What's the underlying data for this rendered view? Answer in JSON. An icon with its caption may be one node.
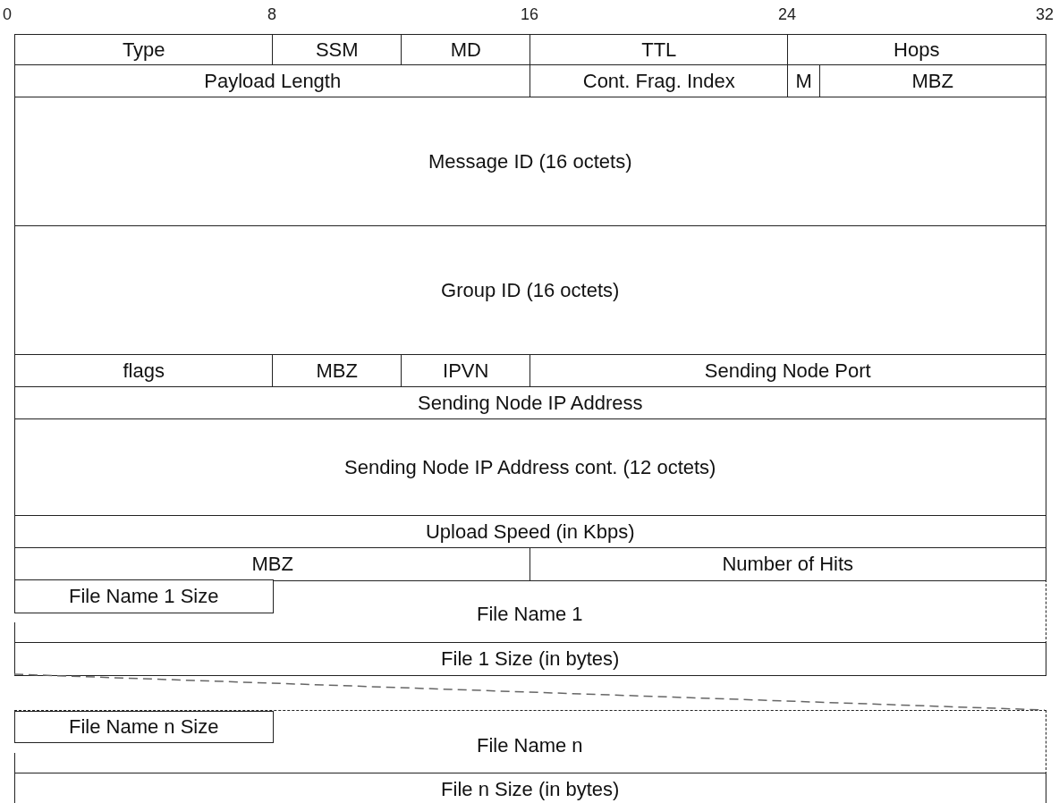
{
  "diagram": {
    "nodes": [
      {
        "text": [
          "Type"
        ]
      },
      {
        "text": [
          "SSM"
        ]
      },
      {
        "text": [
          "MD"
        ]
      },
      {
        "text": [
          "TTL"
        ]
      },
      {
        "text": [
          "Hops"
        ]
      },
      {
        "text": [
          "Payload Length"
        ]
      },
      {
        "text": [
          "Cont. Frag. Index"
        ]
      },
      {
        "text": [
          "M"
        ]
      },
      {
        "text": [
          "MBZ"
        ]
      },
      {
        "text": [
          "Message ID (16 octets)"
        ]
      },
      {
        "text": [
          "Group ID (16 octets)"
        ]
      },
      {
        "text": [
          "flags"
        ]
      },
      {
        "text": [
          "MBZ"
        ]
      },
      {
        "text": [
          "IPVN"
        ]
      },
      {
        "text": [
          "Sending Node Port"
        ]
      },
      {
        "text": [
          "Sending Node IP Address"
        ]
      },
      {
        "text": [
          "Sending Node IP Address cont. (12 octets)"
        ]
      },
      {
        "text": [
          "Upload Speed (in Kbps)"
        ]
      },
      {
        "text": [
          "MBZ"
        ]
      },
      {
        "text": [
          "Number of Hits"
        ]
      },
      {
        "text": [
          "File Name 1"
        ]
      },
      {
        "text": [
          "File Name 1 Size"
        ],
        "in": 20
      },
      {
        "text": [
          "File 1 Size (in bytes)"
        ]
      },
      {
        "text": [
          "File Name n"
        ]
      },
      {
        "text": [
          "File Name n Size"
        ],
        "in": 23
      },
      {
        "text": [
          "File n Size (in bytes)"
        ]
      }
    ],
    "labels": [
      "0",
      "8",
      "16",
      "24",
      "32"
    ]
  }
}
